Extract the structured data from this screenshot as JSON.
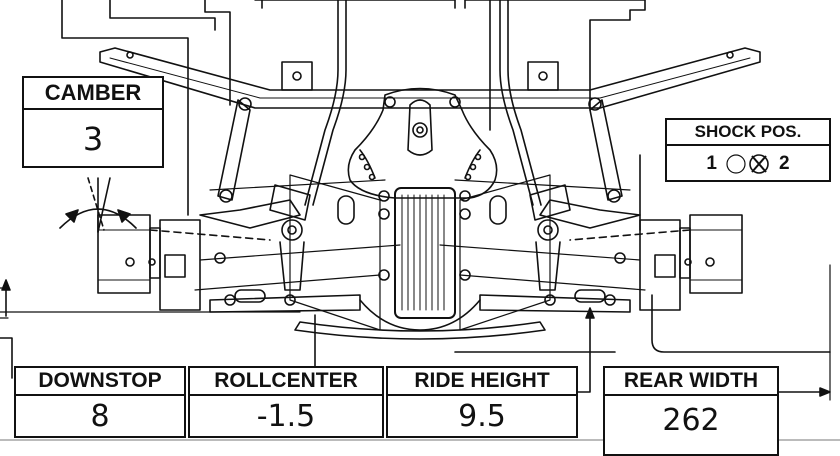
{
  "settings": {
    "camber": {
      "label": "CAMBER",
      "value": "3"
    },
    "shock_pos": {
      "label": "SHOCK POS.",
      "option_1": "1",
      "option_2": "2"
    },
    "downstop": {
      "label": "DOWNSTOP",
      "value": "8"
    },
    "rollcenter": {
      "label": "ROLLCENTER",
      "value": "-1.5"
    },
    "ride_height": {
      "label": "RIDE HEIGHT",
      "value": "9.5"
    },
    "rear_width": {
      "label": "REAR WIDTH",
      "value": "262"
    }
  },
  "colors": {
    "line": "#111111",
    "background": "#ffffff"
  }
}
